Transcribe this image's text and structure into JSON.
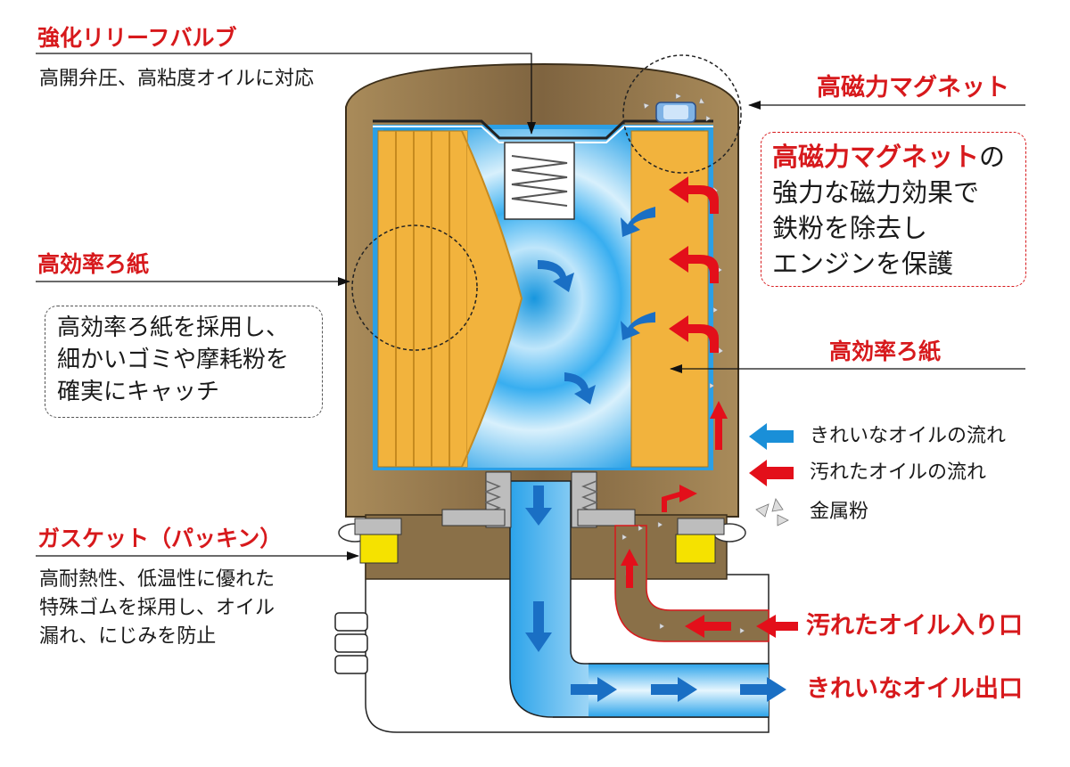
{
  "labels": {
    "relief_valve_title": "強化リリーフバルブ",
    "relief_valve_desc": "高開弁圧、高粘度オイルに対応",
    "magnet_title": "高磁力マグネット",
    "magnet_box_line1_highlight": "高磁力マグネット",
    "magnet_box_line1_rest": "の",
    "magnet_box_line2": "強力な磁力効果で",
    "magnet_box_line3": "鉄粉を除去し",
    "magnet_box_line4": "エンジンを保護",
    "paper_left_title": "高効率ろ紙",
    "paper_left_line1": "高効率ろ紙を採用し、",
    "paper_left_line2": "細かいゴミや摩耗粉を",
    "paper_left_line3": "確実にキャッチ",
    "paper_right_title": "高効率ろ紙",
    "gasket_title": "ガスケット（パッキン）",
    "gasket_line1": "高耐熱性、低温性に優れた",
    "gasket_line2": "特殊ゴムを採用し、オイル",
    "gasket_line3": "漏れ、にじみを防止",
    "dirty_inlet": "汚れたオイル入り口",
    "clean_outlet": "きれいなオイル出口"
  },
  "legend": {
    "clean_flow": "きれいなオイルの流れ",
    "dirty_flow": "汚れたオイルの流れ",
    "metal_powder": "金属粉"
  },
  "colors": {
    "clean_oil": "#1a8fd8",
    "dirty_oil": "#d7191c",
    "filter_paper": "#f2b33d",
    "housing": "#8a7048",
    "gasket": "#f5e200",
    "label_red": "#d7191c"
  }
}
